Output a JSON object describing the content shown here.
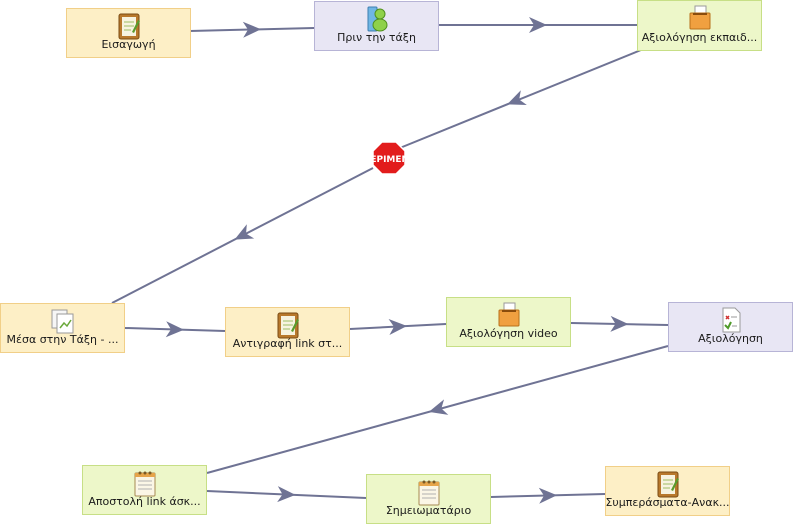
{
  "nodes": [
    {
      "id": "n1",
      "label": "Εισαγωγή",
      "icon": "notepad-icon",
      "theme": "t-orange"
    },
    {
      "id": "n2",
      "label": "Πριν την τάξη",
      "icon": "book-person-icon",
      "theme": "t-lilac"
    },
    {
      "id": "n3",
      "label": "Αξιολόγηση εκπαιδ...",
      "icon": "ballot-box-icon",
      "theme": "t-green"
    },
    {
      "id": "n4",
      "label": "Μέσα στην Τάξη - ...",
      "icon": "documents-icon",
      "theme": "t-orange"
    },
    {
      "id": "n5",
      "label": "Αντιγραφή link στ...",
      "icon": "notepad-icon",
      "theme": "t-orange"
    },
    {
      "id": "n6",
      "label": "Αξιολόγηση video",
      "icon": "ballot-box-icon",
      "theme": "t-green"
    },
    {
      "id": "n7",
      "label": "Αξιολόγηση",
      "icon": "checklist-icon",
      "theme": "t-lilac"
    },
    {
      "id": "n8",
      "label": "Αποστολή link άσκ...",
      "icon": "notebook-icon",
      "theme": "t-green"
    },
    {
      "id": "n9",
      "label": "Σημειωματάριο",
      "icon": "notebook-icon",
      "theme": "t-green"
    },
    {
      "id": "n10",
      "label": "Συμπεράσματα-Ανακ...",
      "icon": "notepad-icon",
      "theme": "t-orange"
    }
  ],
  "stop_gate": {
    "label": "ΠΕΡΙΜΕΝΕ",
    "icon": "stop-sign-icon"
  },
  "colors": {
    "edge": "#6f7394",
    "stop": "#e21c1c"
  }
}
